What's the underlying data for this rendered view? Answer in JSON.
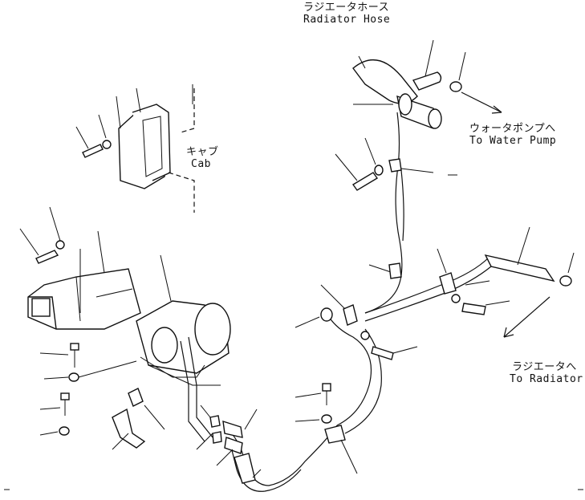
{
  "labels": {
    "radiator_hose_jp": "ラジエータホース",
    "radiator_hose_en": "Radiator Hose",
    "water_pump_jp": "ウォータポンプへ",
    "water_pump_en": "To Water Pump",
    "cab_jp": "キャブ",
    "cab_en": "Cab",
    "radiator_jp": "ラジエータへ",
    "radiator_en": "To Radiator"
  },
  "colors": {
    "ink": "#111111",
    "paper": "#ffffff"
  }
}
